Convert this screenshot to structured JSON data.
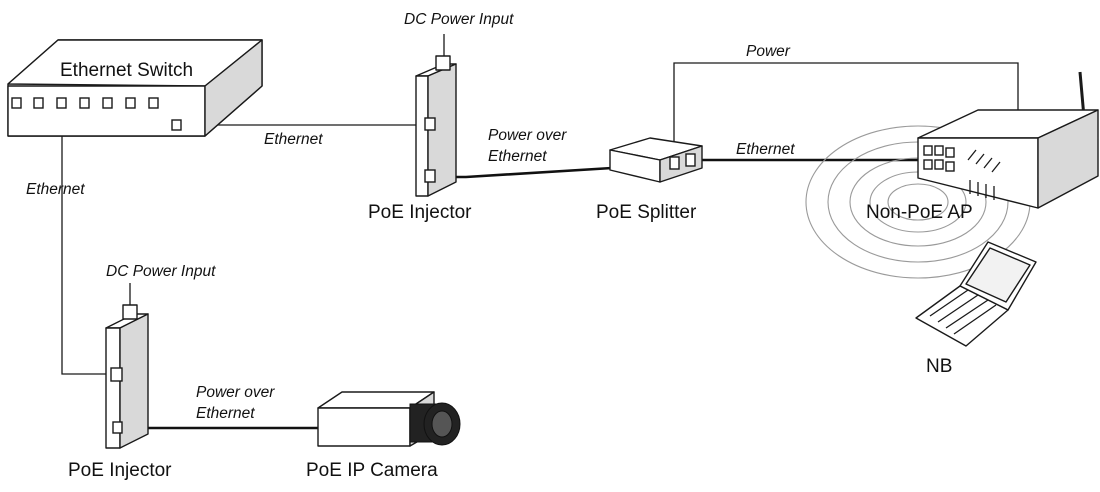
{
  "diagram": {
    "devices": {
      "switch": "Ethernet Switch",
      "injector_top": "PoE Injector",
      "splitter": "PoE Splitter",
      "ap": "Non-PoE AP",
      "laptop": "NB",
      "injector_bottom": "PoE Injector",
      "camera": "PoE IP Camera"
    },
    "connections": {
      "dc_top": "DC Power Input",
      "dc_bottom": "DC Power Input",
      "eth_switch_injector": "Ethernet",
      "eth_switch_down": "Ethernet",
      "poe_top_line1": "Power over",
      "poe_top_line2": "Ethernet",
      "power_splitter_ap": "Power",
      "eth_splitter_ap": "Ethernet",
      "poe_bottom_line1": "Power over",
      "poe_bottom_line2": "Ethernet"
    }
  }
}
